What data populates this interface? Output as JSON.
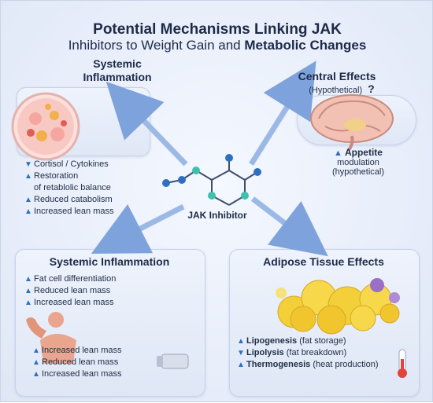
{
  "title": {
    "line1": "Potential Mechanisms Linking JAK",
    "line2_normal": "Inhibitors to Weight Gain and ",
    "line2_bold": "Metabolic Changes"
  },
  "top_left": {
    "heading_line1": "Systemic",
    "heading_line2": "Inflammation",
    "items": [
      {
        "arrow": "down",
        "text": "Cortisol / Cytokines"
      },
      {
        "arrow": "up",
        "text": "Restoration"
      },
      {
        "arrow": "none",
        "text": "of retablolic balance"
      },
      {
        "arrow": "up",
        "text": "Reduced catabolism"
      },
      {
        "arrow": "up",
        "text": "Increased lean mass"
      }
    ]
  },
  "top_right": {
    "heading": "Central Effects",
    "subheading": "(Hypothetical)",
    "question_mark": "?",
    "appetite": "Appetite",
    "appetite_line2": "modulation",
    "appetite_line3": "(hypothetical)"
  },
  "center": {
    "label": "JAK Inhibitor"
  },
  "bottom_left": {
    "heading": "Systemic Inflammation",
    "items_top": [
      {
        "arrow": "up",
        "text": "Fat cell differentiation"
      },
      {
        "arrow": "up",
        "text": "Reduced lean mass"
      },
      {
        "arrow": "up",
        "text": "Increased lean mass"
      }
    ],
    "items_bottom": [
      {
        "arrow": "up",
        "text": "Increased lean mass"
      },
      {
        "arrow": "up",
        "text": "Reduced lean mass"
      },
      {
        "arrow": "up",
        "text": "Increased lean mass"
      }
    ]
  },
  "bottom_right": {
    "heading": "Adipose Tissue Effects",
    "items": [
      {
        "arrow": "up",
        "bold": "Lipogenesis",
        "rest": "(fat storage)"
      },
      {
        "arrow": "down",
        "bold": "Lipolysis",
        "rest": "(fat breakdown)"
      },
      {
        "arrow": "up",
        "bold": "Thermogenesis",
        "rest": "(heat production)"
      }
    ]
  },
  "colors": {
    "accent_blue": "#2f6fc2",
    "arrow_blue": "#8fb0e2",
    "fat_yellow": "#f3cf3a",
    "fat_purple": "#9b6fc4",
    "brain_pink": "#e8a39a"
  }
}
